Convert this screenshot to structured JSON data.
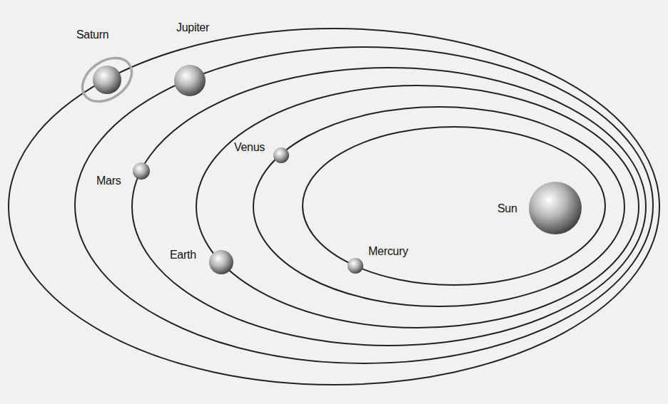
{
  "diagram": {
    "labels": [
      "Saturn",
      "Jupiter",
      "Venus",
      "Mars",
      "Sun",
      "Earth",
      "Mercury"
    ]
  }
}
